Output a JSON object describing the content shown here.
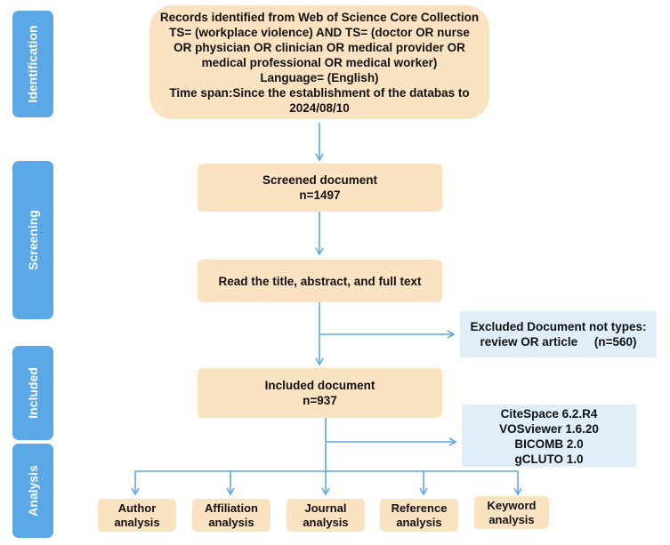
{
  "stages": {
    "identification": "Identification",
    "screening": "Screening",
    "included": "Included",
    "analysis": "Analysis"
  },
  "records_box": {
    "lines": [
      "Records identified from Web of Science Core Collection",
      "TS=  (workplace violence)  AND TS=  (doctor OR nurse",
      "OR physician OR clinician OR medical provider OR",
      "medical professional OR medical worker)",
      "Language= (English)",
      "Time span:Since the establishment of the databas to",
      "2024/08/10"
    ]
  },
  "screened_box": {
    "title": "Screened document",
    "count": "n=1497"
  },
  "read_box": {
    "label": "Read the title, abstract, and full text"
  },
  "excluded_box": {
    "line1": "Excluded Document not types:",
    "line2": "review OR article     (n=560)"
  },
  "included_box": {
    "title": "Included document",
    "count": "n=937"
  },
  "tools_box": {
    "tools": [
      "CiteSpace 6.2.R4",
      "VOSviewer 1.6.20",
      "BICOMB 2.0",
      "gCLUTO 1.0"
    ]
  },
  "analyses": [
    {
      "line1": "Author",
      "line2": "analysis"
    },
    {
      "line1": "Affiliation",
      "line2": "analysis"
    },
    {
      "line1": "Journal",
      "line2": "analysis"
    },
    {
      "line1": "Reference",
      "line2": "analysis"
    },
    {
      "line1": "Keyword",
      "line2": "analysis"
    }
  ],
  "colors": {
    "stage_blue": "#5aa9e6",
    "box_orange": "#fbe3c1",
    "side_blue": "#dfeef9"
  }
}
